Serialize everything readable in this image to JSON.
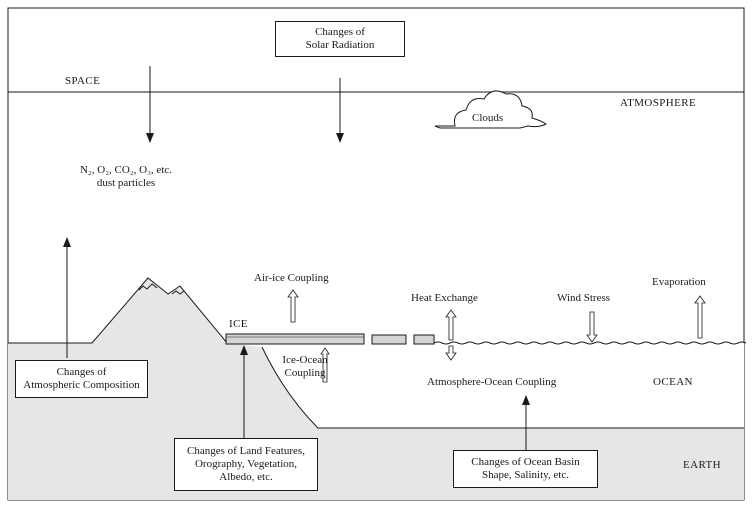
{
  "regions": {
    "space": "SPACE",
    "atmosphere": "ATMOSPHERE",
    "ice": "ICE",
    "ocean": "OCEAN",
    "earth": "EARTH"
  },
  "gases": {
    "line1": "N₂, O₂, CO₂, O₃, etc.",
    "line2": "dust particles"
  },
  "clouds": "Clouds",
  "processes": {
    "air_ice": "Air-ice Coupling",
    "heat_exchange": "Heat Exchange",
    "wind_stress": "Wind Stress",
    "evaporation": "Evaporation",
    "ice_ocean_1": "Ice-Ocean",
    "ice_ocean_2": "Coupling",
    "atmosphere_ocean": "Atmosphere-Ocean Coupling"
  },
  "boxes": {
    "solar": [
      "Changes of",
      "Solar Radiation"
    ],
    "atmospheric": [
      "Changes of",
      "Atmospheric Composition"
    ],
    "land": [
      "Changes of Land Features,",
      "Orography, Vegetation,",
      "Albedo, etc."
    ],
    "ocean_basin": [
      "Changes of Ocean Basin",
      "Shape, Salinity, etc."
    ]
  },
  "colors": {
    "earth_fill": "#e6e6e6",
    "ice_fill": "#d4d4d4",
    "line": "#1a1a1a"
  }
}
